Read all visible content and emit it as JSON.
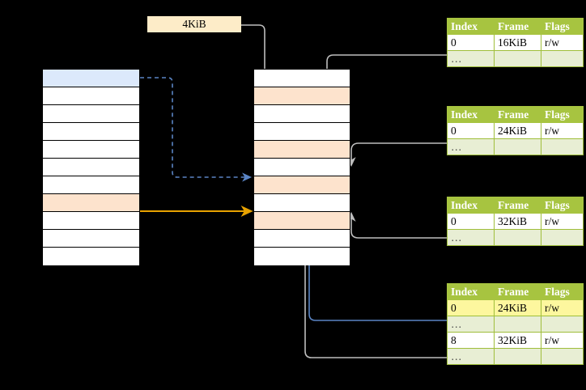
{
  "diagram": {
    "title": "multi-level page table translation",
    "background": "#000000",
    "size_label": {
      "text": "4KiB"
    },
    "colors": {
      "highlight_blue": "#dce9fb",
      "highlight_orange": "#fde3cd",
      "table_header": "#a7c440",
      "table_dim": "#e8eed4",
      "table_mark": "#fdf79e",
      "arrow_orange": "#e8a200",
      "arrow_blue": "#5a84c4",
      "arrow_gray": "#bdbdbd",
      "label_bg": "#fdecc8"
    },
    "left_column": {
      "name": "source-memory-column",
      "cell_count": 11,
      "cells": [
        {
          "fill": "blue",
          "label": ""
        },
        {
          "fill": "white",
          "label": ""
        },
        {
          "fill": "white",
          "label": ""
        },
        {
          "fill": "white",
          "label": ""
        },
        {
          "fill": "white",
          "label": ""
        },
        {
          "fill": "white",
          "label": ""
        },
        {
          "fill": "white",
          "label": ""
        },
        {
          "fill": "orange",
          "label": ""
        },
        {
          "fill": "white",
          "label": ""
        },
        {
          "fill": "white",
          "label": ""
        },
        {
          "fill": "white",
          "label": ""
        }
      ]
    },
    "middle_column": {
      "name": "physical-memory-column",
      "cell_count": 11,
      "cells": [
        {
          "fill": "white",
          "label": ""
        },
        {
          "fill": "orange",
          "label": ""
        },
        {
          "fill": "white",
          "label": ""
        },
        {
          "fill": "white",
          "label": ""
        },
        {
          "fill": "orange",
          "label": ""
        },
        {
          "fill": "white",
          "label": ""
        },
        {
          "fill": "orange",
          "label": ""
        },
        {
          "fill": "white",
          "label": ""
        },
        {
          "fill": "orange",
          "label": ""
        },
        {
          "fill": "white",
          "label": ""
        },
        {
          "fill": "white",
          "label": ""
        }
      ]
    },
    "tables": [
      {
        "name": "page-table-1",
        "headers": [
          "Index",
          "Frame",
          "Flags"
        ],
        "rows": [
          {
            "cells": [
              "0",
              "16KiB",
              "r/w"
            ],
            "style": "val",
            "marked": [
              false,
              false,
              false
            ]
          },
          {
            "cells": [
              "…",
              "",
              ""
            ],
            "style": "dim",
            "marked": [
              false,
              false,
              false
            ]
          }
        ]
      },
      {
        "name": "page-table-2",
        "headers": [
          "Index",
          "Frame",
          "Flags"
        ],
        "rows": [
          {
            "cells": [
              "0",
              "24KiB",
              "r/w"
            ],
            "style": "val",
            "marked": [
              false,
              false,
              false
            ]
          },
          {
            "cells": [
              "…",
              "",
              ""
            ],
            "style": "dim",
            "marked": [
              false,
              false,
              false
            ]
          }
        ]
      },
      {
        "name": "page-table-3",
        "headers": [
          "Index",
          "Frame",
          "Flags"
        ],
        "rows": [
          {
            "cells": [
              "0",
              "32KiB",
              "r/w"
            ],
            "style": "val",
            "marked": [
              false,
              false,
              false
            ]
          },
          {
            "cells": [
              "…",
              "",
              ""
            ],
            "style": "dim",
            "marked": [
              false,
              false,
              false
            ]
          }
        ]
      },
      {
        "name": "page-table-4",
        "headers": [
          "Index",
          "Frame",
          "Flags"
        ],
        "rows": [
          {
            "cells": [
              "0",
              "24KiB",
              "r/w"
            ],
            "style": "val",
            "marked": [
              true,
              true,
              true
            ]
          },
          {
            "cells": [
              "…",
              "",
              ""
            ],
            "style": "dim",
            "marked": [
              false,
              false,
              false
            ]
          },
          {
            "cells": [
              "8",
              "32KiB",
              "r/w"
            ],
            "style": "val",
            "marked": [
              false,
              false,
              false
            ]
          },
          {
            "cells": [
              "…",
              "",
              ""
            ],
            "style": "dim",
            "marked": [
              false,
              false,
              false
            ]
          }
        ]
      }
    ],
    "connectors": [
      {
        "name": "connector-blue-dashed",
        "from": "left-column-cell-1",
        "to": "middle-column-cell-7",
        "style": "dashed",
        "color": "#5a84c4"
      },
      {
        "name": "connector-orange-solid",
        "from": "left-column-cell-8",
        "to": "middle-column-cell-8",
        "style": "solid",
        "color": "#e8a200"
      },
      {
        "name": "connector-size-to-middle",
        "from": "size-label",
        "to": "middle-column-cell-5",
        "style": "solid",
        "color": "#bdbdbd"
      },
      {
        "name": "connector-table1-to-middle",
        "from": "page-table-1-row-1",
        "to": "middle-column-cell-2",
        "style": "solid",
        "color": "#bdbdbd"
      },
      {
        "name": "connector-table2-to-middle",
        "from": "page-table-2-row-1",
        "to": "middle-column-cell-7",
        "style": "solid",
        "color": "#bdbdbd"
      },
      {
        "name": "connector-table3-to-middle",
        "from": "page-table-3-row-1",
        "to": "middle-column-cell-9",
        "style": "solid",
        "color": "#bdbdbd"
      },
      {
        "name": "connector-table4-row1-to-middle",
        "from": "page-table-4-row-1",
        "to": "middle-column-cell-7",
        "style": "solid",
        "color": "#5a84c4"
      },
      {
        "name": "connector-table4-row3-to-middle",
        "from": "page-table-4-row-3",
        "to": "middle-column-cell-9",
        "style": "solid",
        "color": "#bdbdbd"
      }
    ]
  }
}
